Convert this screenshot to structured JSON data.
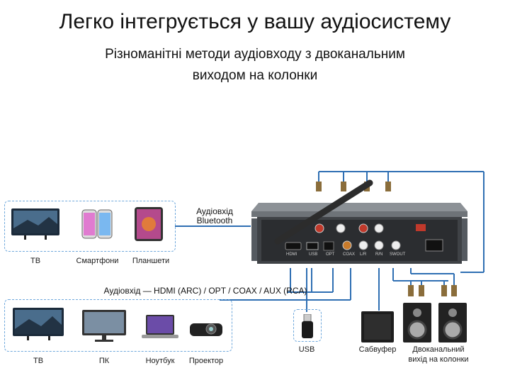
{
  "header": {
    "title": "Легко інтегрується у вашу аудіосистему",
    "subtitle_line1": "Різноманітні методи аудіовходу з двоканальним",
    "subtitle_line2": "виходом на колонки"
  },
  "top_group": {
    "devices": [
      {
        "label": "ТВ",
        "icon": "tv-icon"
      },
      {
        "label": "Смартфони",
        "icon": "smartphones-icon"
      },
      {
        "label": "Планшети",
        "icon": "tablet-icon"
      }
    ],
    "connection_label_line1": "Аудіовхід",
    "connection_label_line2": "Bluetooth"
  },
  "bottom_group": {
    "connection_label": "Аудіовхід — HDMI (ARC) / OPT / COAX / AUX (RCA)",
    "devices": [
      {
        "label": "ТВ",
        "icon": "tv-icon"
      },
      {
        "label": "ПК",
        "icon": "monitor-icon"
      },
      {
        "label": "Ноутбук",
        "icon": "laptop-icon"
      },
      {
        "label": "Проектор",
        "icon": "projector-icon"
      }
    ]
  },
  "outputs": {
    "usb_label": "USB",
    "subwoofer_label": "Сабвуфер",
    "speakers_label_line1": "Двоканальний",
    "speakers_label_line2": "вихід на колонки"
  },
  "amplifier_panel": {
    "ports": [
      "HDMI",
      "USB",
      "OPT",
      "COAX",
      "L/R",
      "R/N",
      "SWOUT"
    ],
    "colors": {
      "accent_line": "#2f6fb3",
      "dashed_box": "#6fa8dc",
      "body": "#5f6468"
    }
  }
}
